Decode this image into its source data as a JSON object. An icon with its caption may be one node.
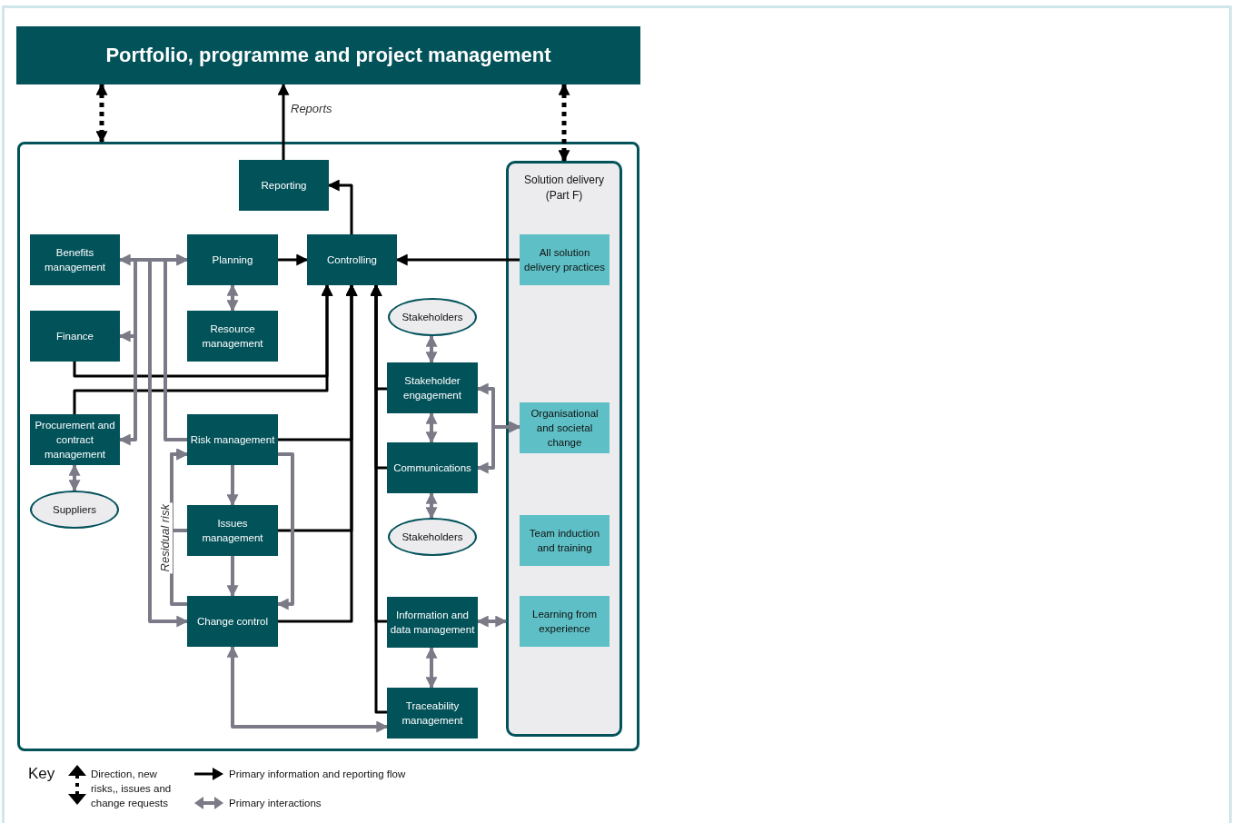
{
  "diagram": {
    "nodes": [
      {
        "text": [
          "Portfolio, programme and project management"
        ]
      },
      {
        "text": [],
        "shape": "box"
      },
      {
        "text": [
          "Reporting"
        ],
        "in": 1
      },
      {
        "text": [
          "Benefits management"
        ],
        "in": 1
      },
      {
        "text": [
          "Planning"
        ],
        "in": 1
      },
      {
        "text": [
          "Controlling"
        ],
        "in": 1
      },
      {
        "text": [
          "Finance"
        ],
        "in": 1
      },
      {
        "text": [
          "Resource management"
        ],
        "in": 1
      },
      {
        "text": [
          "Solution delivery (Part F)"
        ],
        "in": 1
      },
      {
        "text": [
          "All solution delivery practices"
        ],
        "in": 8
      },
      {
        "text": [
          "Stakeholders"
        ],
        "in": 1
      },
      {
        "text": [
          "Stakeholder engagement"
        ],
        "in": 1
      },
      {
        "text": [
          "Procurement and contract management"
        ],
        "in": 1
      },
      {
        "text": [
          "Risk management"
        ],
        "in": 1
      },
      {
        "text": [
          "Organisational and societal change"
        ],
        "in": 8
      },
      {
        "text": [
          "Communications"
        ],
        "in": 1
      },
      {
        "text": [
          "Suppliers"
        ],
        "in": 1
      },
      {
        "text": [
          "Issues management"
        ],
        "in": 1
      },
      {
        "text": [
          "Stakeholders"
        ],
        "in": 1
      },
      {
        "text": [
          "Team induction and training"
        ],
        "in": 8
      },
      {
        "text": [
          "Change control"
        ],
        "in": 1
      },
      {
        "text": [
          "Information and data management"
        ],
        "in": 1
      },
      {
        "text": [
          "Learning from experience"
        ],
        "in": 8
      },
      {
        "text": [
          "Traceability management"
        ],
        "in": 1
      }
    ],
    "edges": [
      {
        "from": 0,
        "to": 1,
        "arrow": "both",
        "style": "dashed",
        "color": "#000000"
      },
      {
        "from": 0,
        "to": 8,
        "arrow": "both",
        "style": "dashed",
        "color": "#000000"
      },
      {
        "from": 2,
        "to": 0,
        "arrow": "to",
        "label": "Reports",
        "color": "#000000"
      },
      {
        "from": 5,
        "to": 2,
        "arrow": "to",
        "color": "#000000"
      },
      {
        "from": 4,
        "to": 5,
        "arrow": "to",
        "color": "#000000"
      },
      {
        "from": 9,
        "to": 5,
        "arrow": "to",
        "color": "#000000"
      },
      {
        "from": 6,
        "to": 5,
        "arrow": "to",
        "color": "#000000"
      },
      {
        "from": 12,
        "to": 5,
        "arrow": "to",
        "color": "#000000"
      },
      {
        "from": 13,
        "to": 5,
        "arrow": "to",
        "color": "#000000"
      },
      {
        "from": 17,
        "to": 5,
        "arrow": "to",
        "color": "#000000"
      },
      {
        "from": 20,
        "to": 5,
        "arrow": "to",
        "color": "#000000"
      },
      {
        "from": 11,
        "to": 5,
        "arrow": "to",
        "color": "#000000"
      },
      {
        "from": 15,
        "to": 5,
        "arrow": "to",
        "color": "#000000"
      },
      {
        "from": 21,
        "to": 5,
        "arrow": "to",
        "color": "#000000"
      },
      {
        "from": 23,
        "to": 5,
        "arrow": "to",
        "color": "#000000"
      },
      {
        "from": 3,
        "to": 4,
        "arrow": "both"
      },
      {
        "from": 4,
        "to": 6,
        "arrow": "to"
      },
      {
        "from": 4,
        "to": 12,
        "arrow": "to"
      },
      {
        "from": 4,
        "to": 20,
        "arrow": "to"
      },
      {
        "from": 13,
        "to": 4,
        "arrow": "to"
      },
      {
        "from": 12,
        "to": 16,
        "arrow": "both"
      },
      {
        "from": 4,
        "to": 7,
        "arrow": "both"
      },
      {
        "from": 13,
        "to": 17,
        "arrow": "to"
      },
      {
        "from": 17,
        "to": 20,
        "arrow": "to"
      },
      {
        "from": 13,
        "to": 20,
        "arrow": "to"
      },
      {
        "from": 20,
        "to": 13,
        "arrow": "to",
        "label": "Residual risk"
      },
      {
        "from": 17,
        "to": 13,
        "arrow": "to"
      },
      {
        "from": 20,
        "to": 23,
        "arrow": "both"
      },
      {
        "from": 10,
        "to": 11,
        "arrow": "both"
      },
      {
        "from": 11,
        "to": 15,
        "arrow": "both"
      },
      {
        "from": 15,
        "to": 18,
        "arrow": "both"
      },
      {
        "from": 11,
        "to": 14,
        "arrow": "both"
      },
      {
        "from": 15,
        "to": 14,
        "arrow": "both"
      },
      {
        "from": 21,
        "to": 8,
        "arrow": "both"
      },
      {
        "from": 21,
        "to": 23,
        "arrow": "both"
      }
    ],
    "labels": [
      "Key"
    ],
    "legend": [
      {
        "text": "Direction, new risks,, issues and change requests"
      },
      {
        "text": "Primary information and reporting flow"
      },
      {
        "text": "Primary interactions"
      }
    ]
  }
}
